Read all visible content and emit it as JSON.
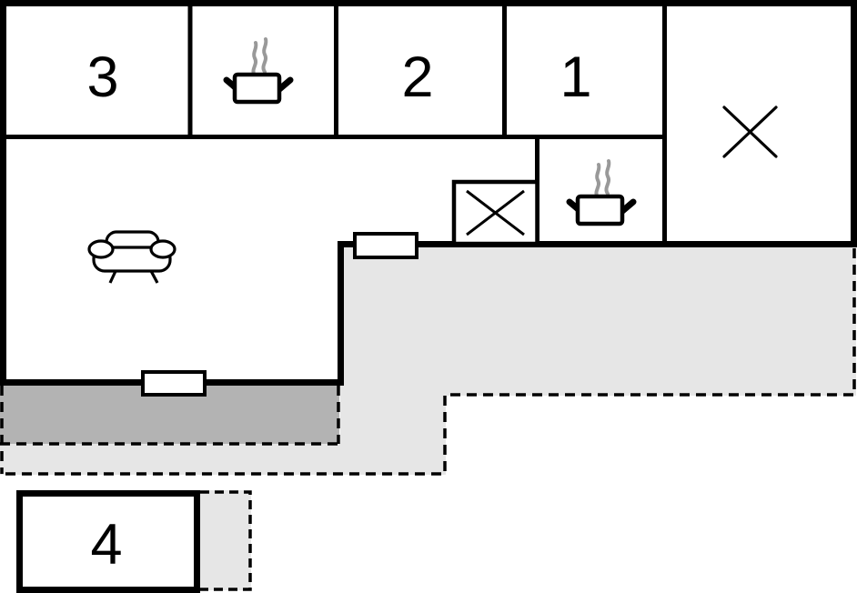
{
  "plan": {
    "type": "floor-plan",
    "rooms": [
      {
        "id": "room-3",
        "label": "3"
      },
      {
        "id": "room-2",
        "label": "2"
      },
      {
        "id": "room-1",
        "label": "1"
      },
      {
        "id": "room-4",
        "label": "4"
      }
    ],
    "icons": {
      "hob_top": "hob-icon",
      "hob_inner": "hob-icon",
      "sofa": "sofa-icon",
      "cross_large": "cross-icon",
      "cross_box": "crossed-box-icon",
      "windows": [
        "window",
        "window"
      ]
    },
    "colors": {
      "wall": "#000000",
      "terrace_light": "#e6e6e6",
      "terrace_dark": "#b3b3b3",
      "steam": "#999999",
      "room_fill": "#ffffff"
    }
  }
}
